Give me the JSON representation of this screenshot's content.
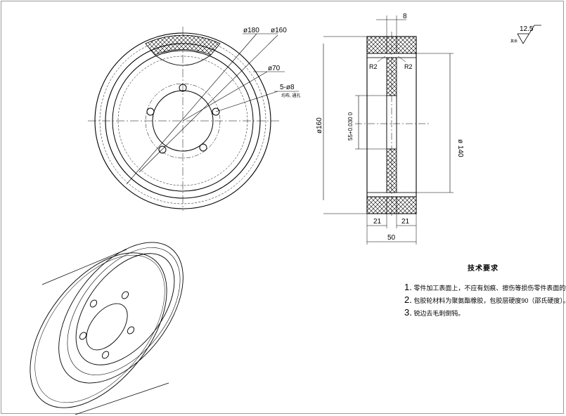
{
  "drawing": {
    "dims": {
      "d180": "ø180",
      "d160_top": "ø160",
      "d70": "ø70",
      "holes": "5-ø8",
      "holes_note": "均布, 通孔",
      "width_top": "8",
      "r_left": "R2",
      "r_right": "R2",
      "d160_side": "ø160",
      "d140": "ø 140",
      "bore": "55+0.030 0",
      "w21_left": "21",
      "w21_right": "21",
      "w50": "50",
      "roughness": "12.5",
      "roughness_note": "其余"
    },
    "notes": {
      "title": "技术要求",
      "items": [
        {
          "num": "1.",
          "text": "零件加工表面上，不应有划痕、擦伤等损伤零件表面的缺陷。"
        },
        {
          "num": "2.",
          "text": "包胶轮材料为聚氨酯橡胶，包胶层硬度90（邵氏硬度）。"
        },
        {
          "num": "3.",
          "text": "锐边去毛刺倒钝。"
        }
      ]
    }
  }
}
